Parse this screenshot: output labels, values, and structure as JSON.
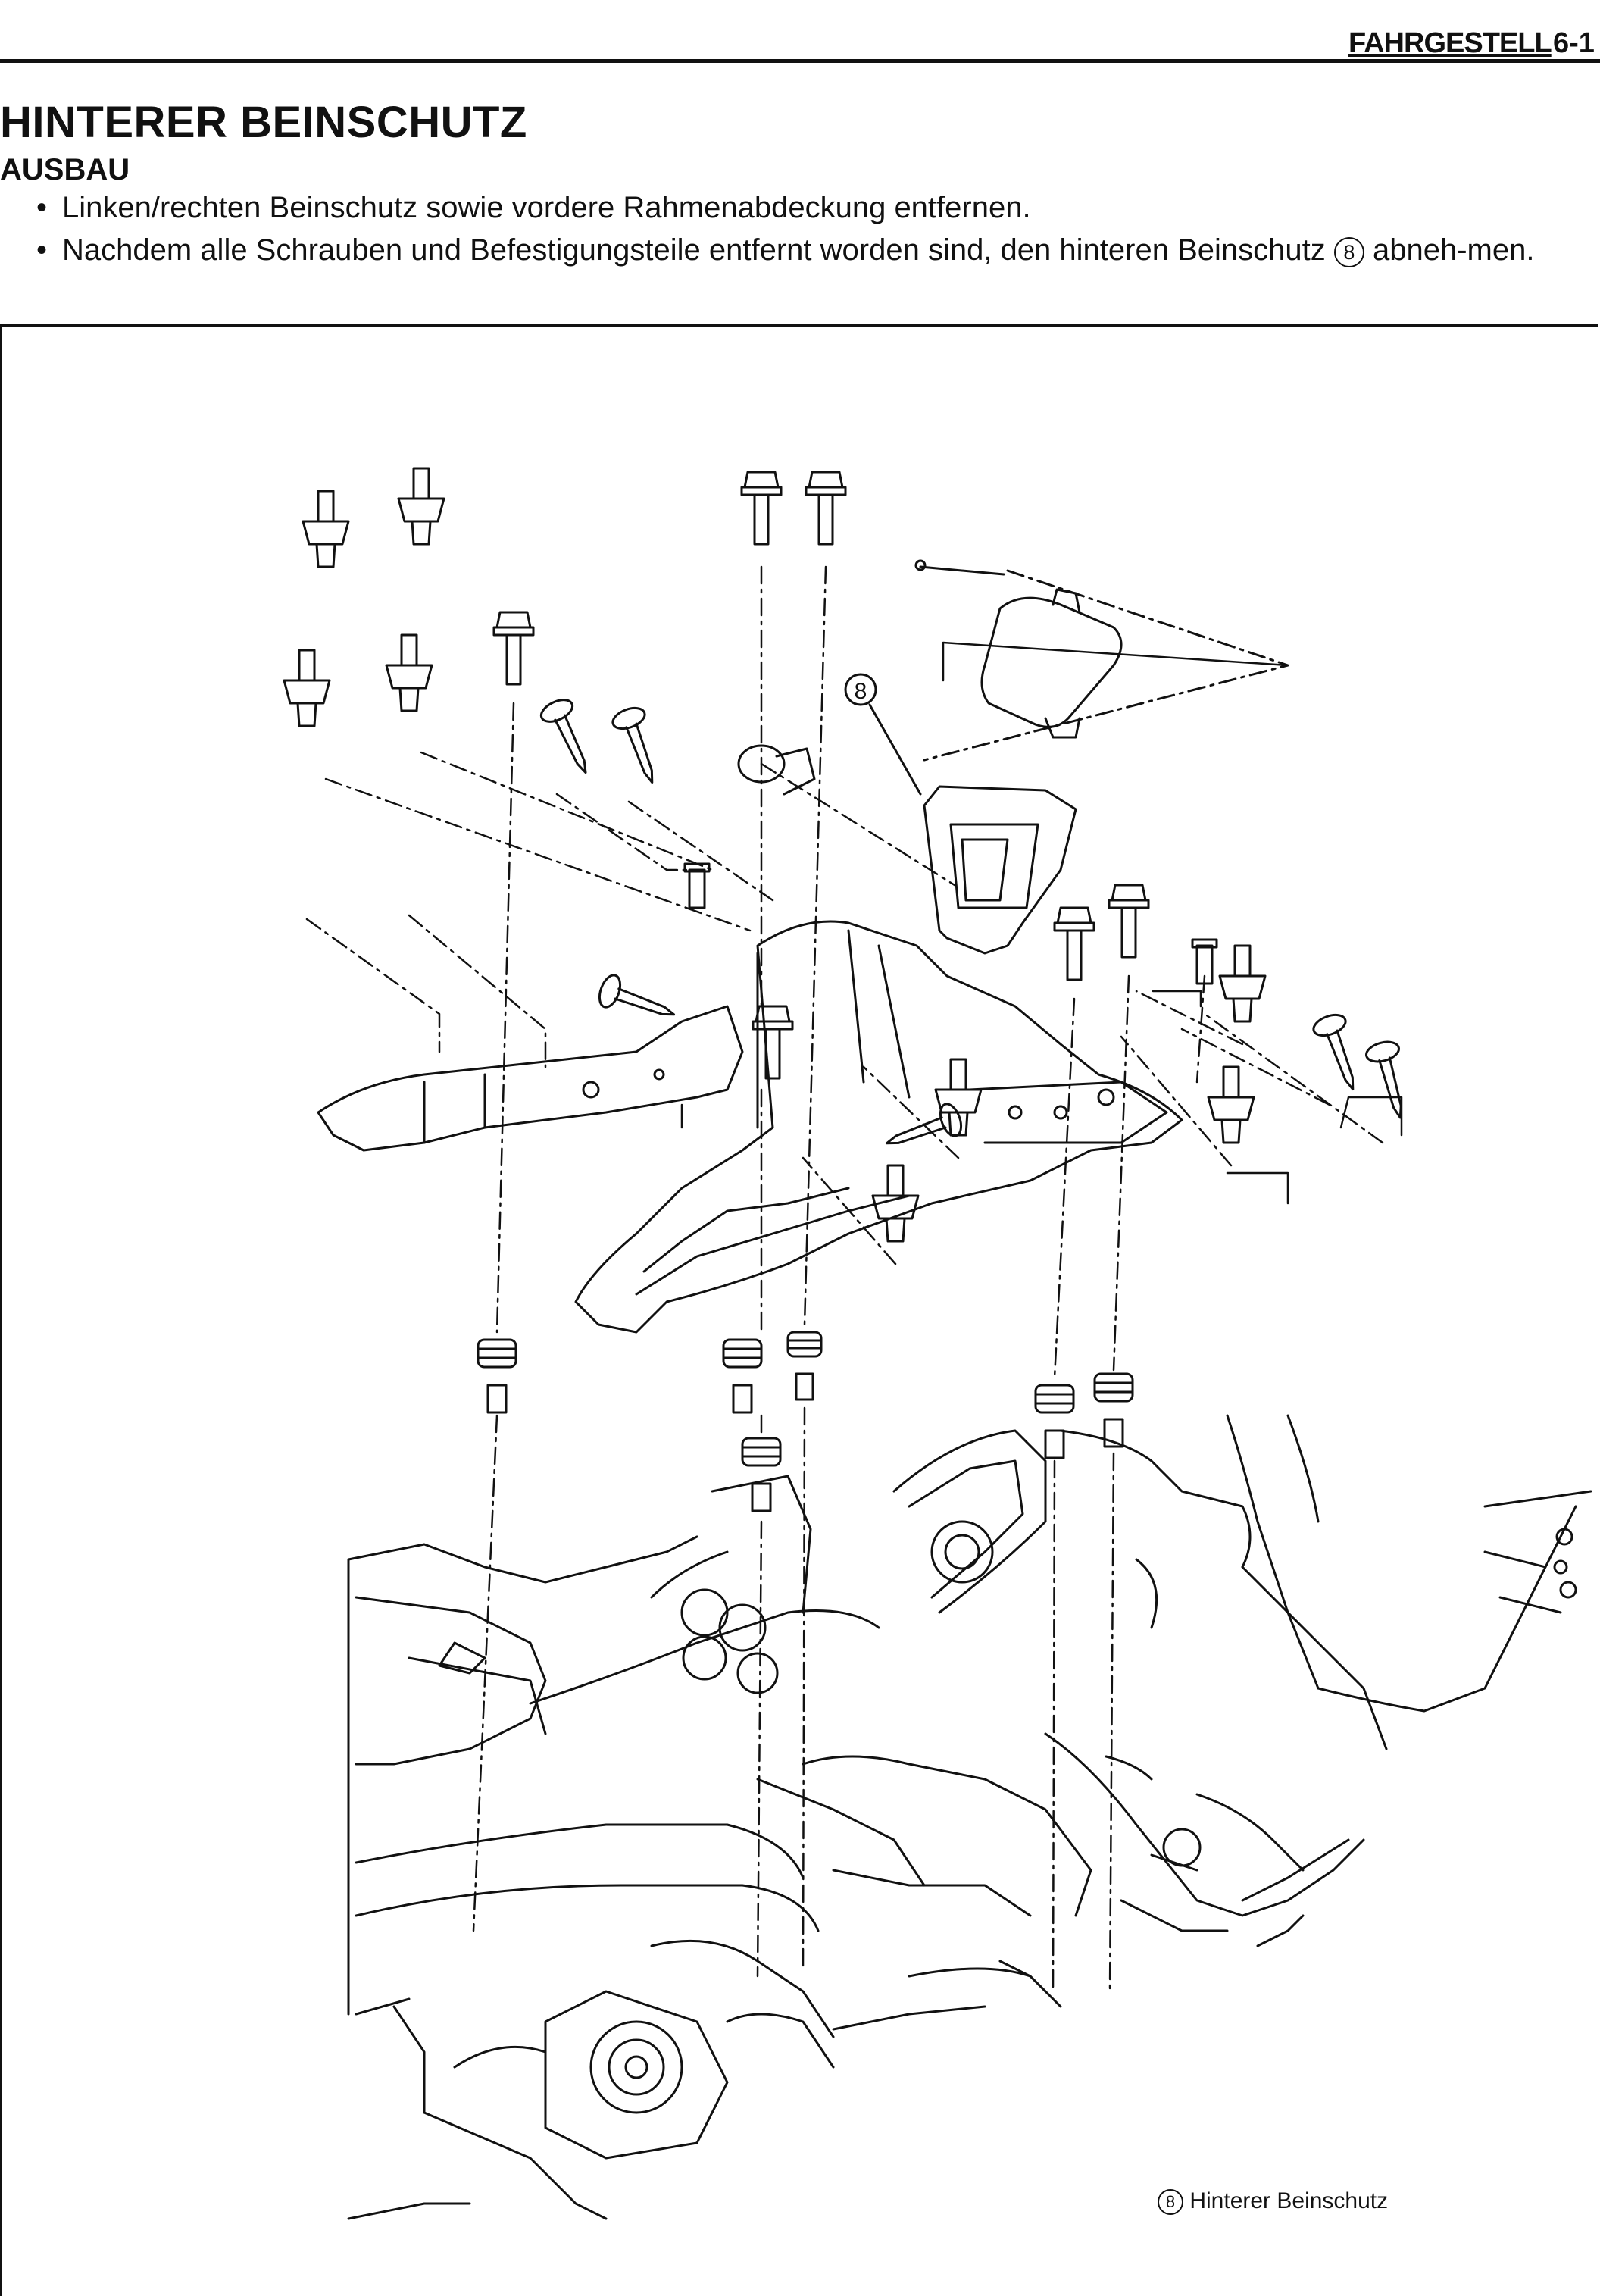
{
  "header": {
    "section": "FAHRGESTELL",
    "page": "6-1"
  },
  "title": "HINTERER BEINSCHUTZ",
  "subtitle": "AUSBAU",
  "steps": [
    {
      "text": "Linken/rechten Beinschutz sowie vordere Rahmenabdeckung entfernen."
    },
    {
      "before": "Nachdem alle Schrauben und Befestigungsteile entfernt worden sind, den hinteren Beinschutz ",
      "ref": "8",
      "after": " abneh-men."
    }
  ],
  "figure": {
    "callout": "8",
    "caption_ref": "8",
    "caption_text": "Hinterer Beinschutz"
  },
  "colors": {
    "ink": "#111111",
    "paper": "#ffffff"
  }
}
